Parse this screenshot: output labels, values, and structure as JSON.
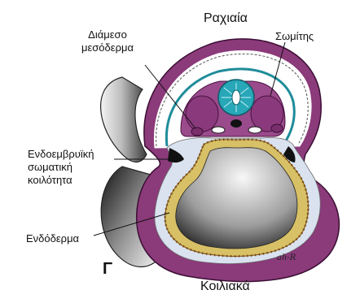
{
  "figure": {
    "panel_letter": "Γ",
    "signature": "ah-R",
    "colors": {
      "ectoderm": "#8b3a7a",
      "ectoderm_inner": "#4a1040",
      "mesoderm": "#9a4b8c",
      "neural_tube": "#28a7b8",
      "notochord_ring": "#1f8c9a",
      "endoderm_fill": "#d7c066",
      "endoderm_dots": "#7a4a10",
      "cavity": "#d9e2ee",
      "amnion_gray": "#7a7a7a"
    },
    "labels": {
      "dorsal": "Ραχιαία",
      "somite": "Σωμίτης",
      "intermediate_mesoderm": "Διάμεσο\nμεσόδερμα",
      "intraembryonic_coelom": "Ενδοεμβρυϊκή\nσωματική\nκοιλότητα",
      "endoderm": "Ενδόδερμα",
      "ventral": "Κοιλιακά"
    }
  }
}
